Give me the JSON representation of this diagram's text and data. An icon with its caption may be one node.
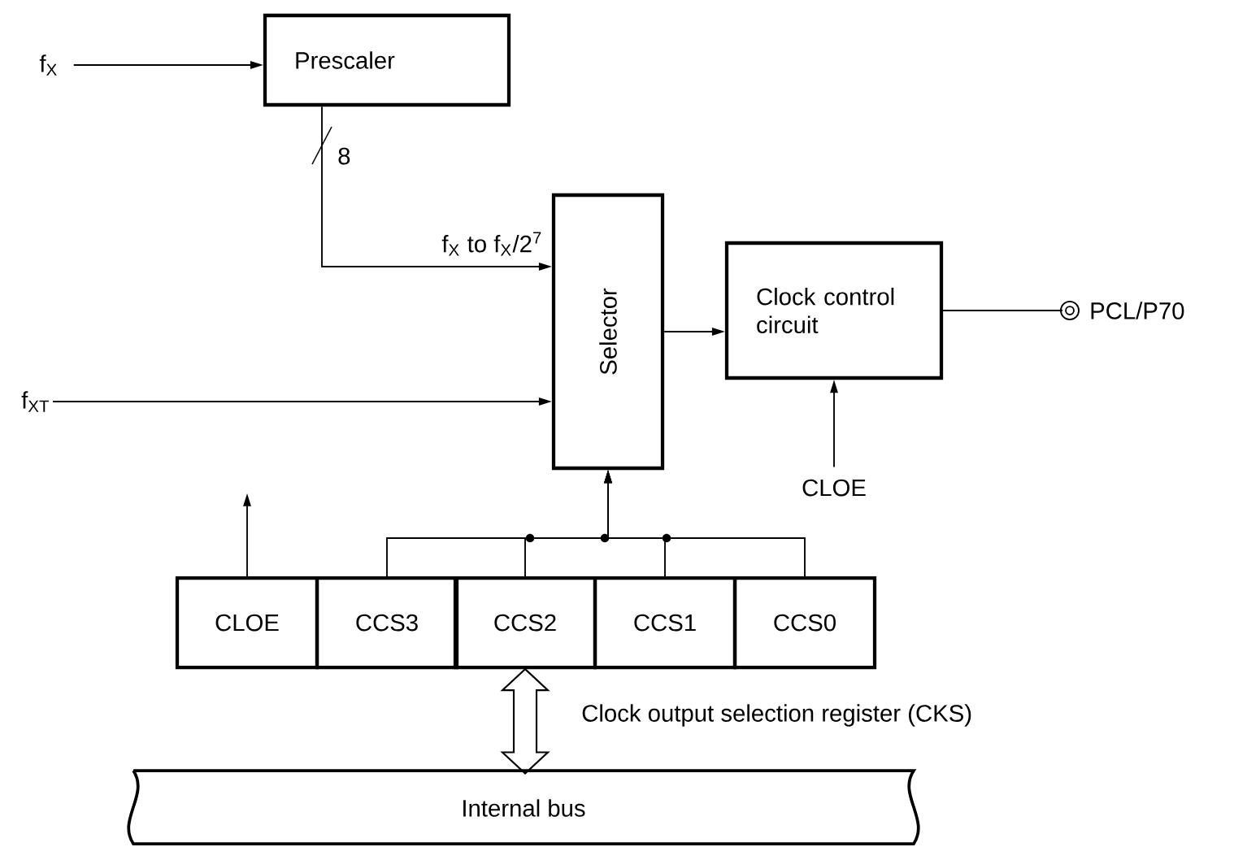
{
  "diagram": {
    "nodes": [
      {
        "text": [
          "f$_{X}$"
        ]
      },
      {
        "text": [
          "Prescaler"
        ]
      },
      {
        "text": [
          "Selector"
        ]
      },
      {
        "text": [
          "Clock control circuit"
        ]
      },
      {
        "text": [],
        "shape": "circle",
        "beside": [
          "PCL/P70"
        ]
      },
      {
        "text": [
          "f$_{XT}$"
        ]
      },
      {
        "text": [
          "CLOE"
        ]
      },
      {
        "text": [
          "CLOE"
        ]
      },
      {
        "text": [
          "CCS3"
        ]
      },
      {
        "text": [
          "CCS2"
        ]
      },
      {
        "text": [
          "CCS1"
        ]
      },
      {
        "text": [
          "CCS0"
        ]
      },
      {
        "text": [
          "Internal bus"
        ]
      }
    ],
    "edges": [
      {
        "from": 0,
        "to": 1,
        "arrow": "to"
      },
      {
        "from": 1,
        "to": 2,
        "arrow": "to",
        "label": "f$_{X}$ to f$_{X}$/2$^{7}$"
      },
      {
        "from": 2,
        "to": 3,
        "arrow": "to"
      },
      {
        "from": 3,
        "to": 4,
        "arrow": "none"
      },
      {
        "from": 5,
        "to": 2,
        "arrow": "to"
      },
      {
        "from": 6,
        "to": 3,
        "arrow": "to"
      },
      {
        "from": 7,
        "to": null,
        "arrow": "to"
      },
      {
        "from": 8,
        "to": 2,
        "arrow": "to"
      },
      {
        "from": 9,
        "to": 2,
        "arrow": "to"
      },
      {
        "from": 10,
        "to": 2,
        "arrow": "to"
      },
      {
        "from": 11,
        "to": 2,
        "arrow": "to"
      },
      {
        "from": 9,
        "to": 12,
        "arrow": "both",
        "style": "thick"
      }
    ],
    "labels": [
      "8",
      "Clock output selection register (CKS)"
    ]
  }
}
